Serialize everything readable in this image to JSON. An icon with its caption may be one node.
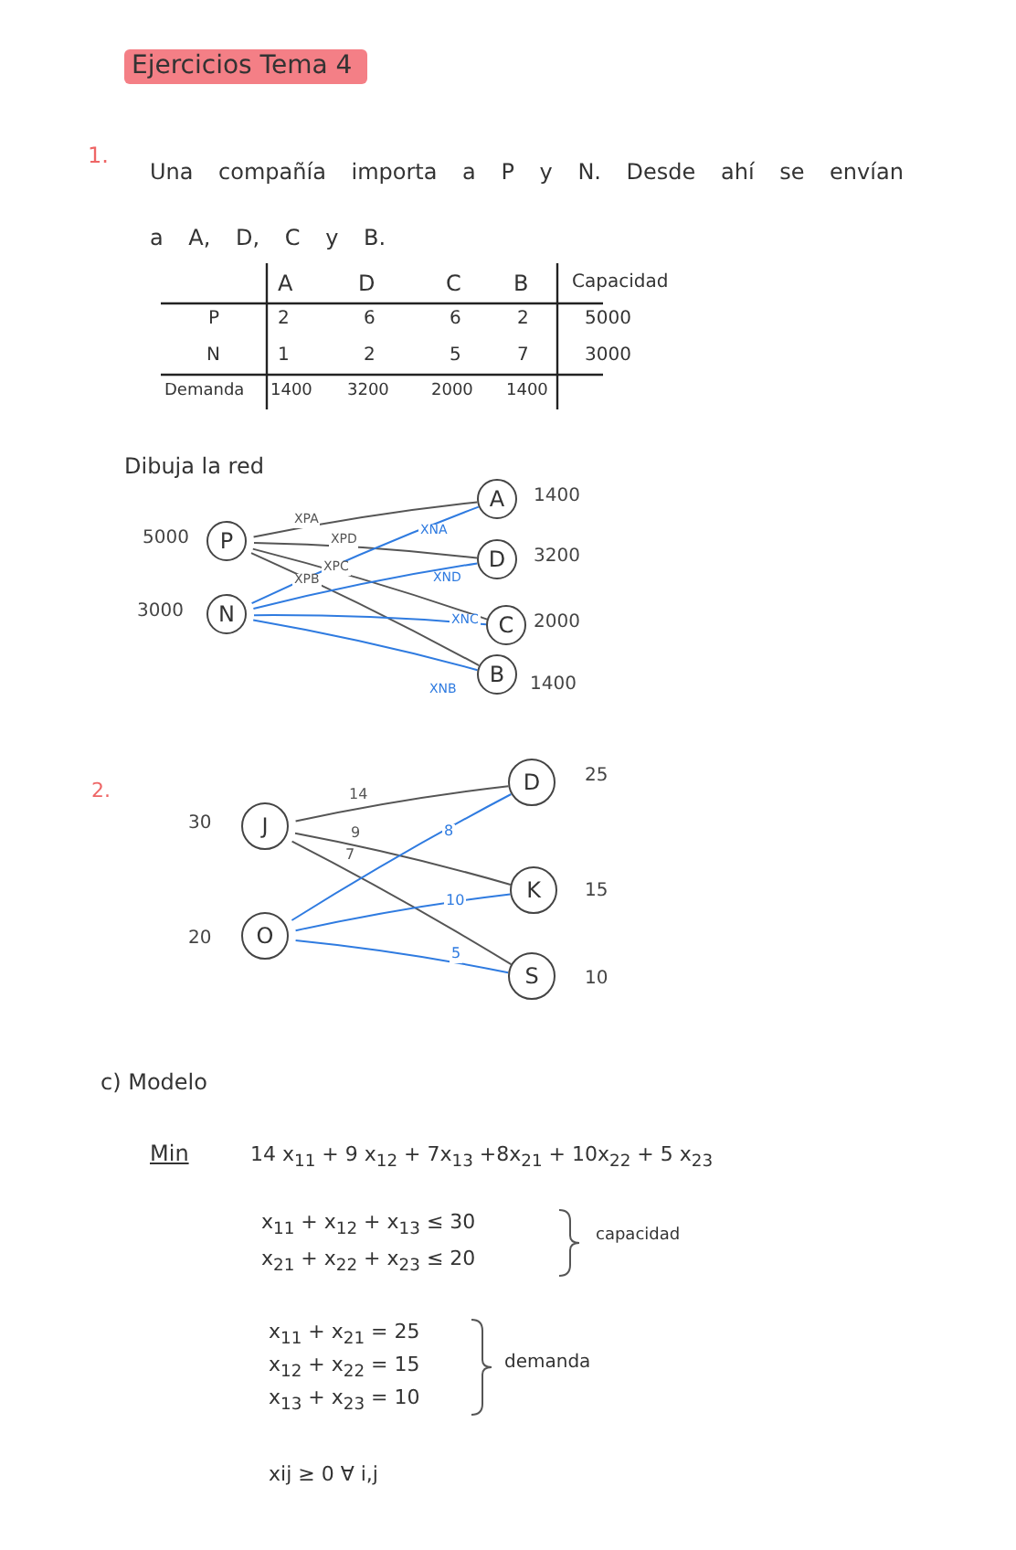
{
  "diagram": {
    "title": "Ejercicios Tema 4",
    "nodes": [
      {
        "text": [
          "P"
        ],
        "beside": [
          "5000"
        ]
      },
      {
        "text": [
          "N"
        ],
        "beside": [
          "3000"
        ]
      },
      {
        "text": [
          "A"
        ],
        "beside": [
          "1400"
        ]
      },
      {
        "text": [
          "D"
        ],
        "beside": [
          "3200"
        ]
      },
      {
        "text": [
          "C"
        ],
        "beside": [
          "2000"
        ]
      },
      {
        "text": [
          "B"
        ],
        "beside": [
          "1400"
        ]
      },
      {
        "text": [
          "J"
        ],
        "beside": [
          "30"
        ]
      },
      {
        "text": [
          "O"
        ],
        "beside": [
          "20"
        ]
      },
      {
        "text": [
          "D"
        ],
        "beside": [
          "25"
        ]
      },
      {
        "text": [
          "K"
        ],
        "beside": [
          "15"
        ]
      },
      {
        "text": [
          "S"
        ],
        "beside": [
          "10"
        ]
      }
    ],
    "edges": [
      {
        "from": 0,
        "to": 2,
        "arrow": "none",
        "label": "XPA"
      },
      {
        "from": 0,
        "to": 3,
        "arrow": "none",
        "label": "XPD"
      },
      {
        "from": 0,
        "to": 4,
        "arrow": "none",
        "label": "XPC"
      },
      {
        "from": 0,
        "to": 5,
        "arrow": "none",
        "label": "XPB"
      },
      {
        "from": 1,
        "to": 2,
        "arrow": "none",
        "label": "XNA",
        "color": "#2f7be0"
      },
      {
        "from": 1,
        "to": 3,
        "arrow": "none",
        "label": "XND",
        "color": "#2f7be0"
      },
      {
        "from": 1,
        "to": 4,
        "arrow": "none",
        "label": "XNC",
        "color": "#2f7be0"
      },
      {
        "from": 1,
        "to": 5,
        "arrow": "none",
        "label": "XNB",
        "color": "#2f7be0"
      },
      {
        "from": 6,
        "to": 8,
        "arrow": "none",
        "label": "14"
      },
      {
        "from": 6,
        "to": 9,
        "arrow": "none",
        "label": "9"
      },
      {
        "from": 6,
        "to": 10,
        "arrow": "none",
        "label": "7"
      },
      {
        "from": 7,
        "to": 8,
        "arrow": "none",
        "label": "8",
        "color": "#2f7be0"
      },
      {
        "from": 7,
        "to": 9,
        "arrow": "none",
        "label": "10",
        "color": "#2f7be0"
      },
      {
        "from": 7,
        "to": 10,
        "arrow": "none",
        "label": "5",
        "color": "#2f7be0"
      }
    ],
    "labels": [
      "1.",
      "Una compañía importa a P y N. Desde ahí se envían a A, D, C y B.",
      "A",
      "D",
      "C",
      "B",
      "Capacidad",
      "P",
      "2",
      "6",
      "6",
      "2",
      "5000",
      "N",
      "1",
      "2",
      "5",
      "7",
      "3000",
      "Demanda",
      "1400",
      "3200",
      "2000",
      "1400",
      "Dibuja la red",
      "2.",
      "c) Modelo",
      "Min",
      "14 x$_{11}$ + 9 x$_{12}$ + 7x$_{13}$ +8x$_{21}$ + 10x$_{22}$ + 5 x$_{23}$",
      "x$_{11}$ + x$_{12}$ + x$_{13}$ ≤ 30",
      "x$_{21}$ + x$_{22}$ + x$_{23}$ ≤ 20",
      "capacidad",
      "x$_{11}$ + x$_{21}$ = 25",
      "x$_{12}$ + x$_{22}$ = 15",
      "x$_{13}$ + x$_{23}$ = 10",
      "demanda",
      "xij ≥ 0 ∀ i,j"
    ]
  }
}
